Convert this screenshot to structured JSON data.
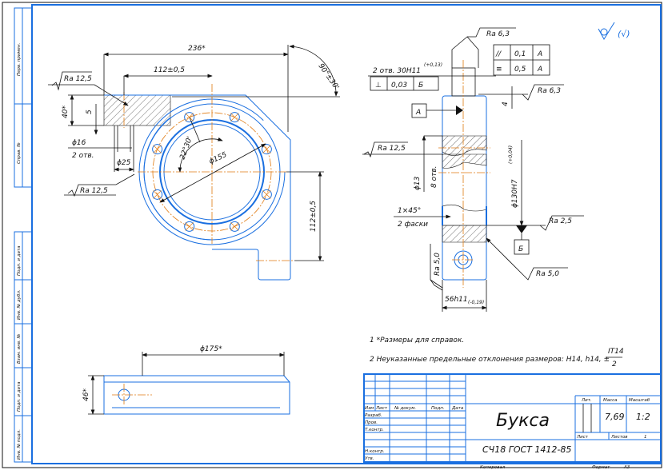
{
  "side_stamp": [
    "Перв. примен.",
    "Справ. №",
    "Подп. и дата",
    "Инв. № дубл.",
    "Взам. инв. №",
    "Подп. и дата",
    "Инв. № подл."
  ],
  "roughness_general": "(√)",
  "main_view": {
    "dim_236": "236*",
    "dim_112_top": "112±0,5",
    "angle_90": "90°±30'",
    "ra_top": "Ra 12,5",
    "dim_40": "40*",
    "dim_5": "5",
    "d16": "ϕ16",
    "holes_2": "2 отв.",
    "d25": "ϕ25",
    "ra_bottom": "Ra 12,5",
    "angle_22": "22°30'",
    "d155": "ϕ155",
    "dim_112_right": "112±0,5"
  },
  "side_view": {
    "ra_63_top": "Ra 6,3",
    "hole_spec": "2 отв. 30H11",
    "hole_tol": "(+0,13)",
    "perp_tol": {
      "symbol": "⊥",
      "value": "0,03",
      "base": "Б"
    },
    "parallel_tol": {
      "symbol": "//",
      "value": "0,1",
      "base": "A"
    },
    "sym_tol": {
      "symbol": "≡",
      "value": "0,5",
      "base": "A"
    },
    "ra_63_right": "Ra 6,3",
    "dim_4": "4",
    "datum_a": "A",
    "ra_125": "Ra 12,5",
    "d13": "ϕ13",
    "holes_8": "8 отв.",
    "d130": "ϕ130H7",
    "d130_tol": "(+0,04)",
    "chamfer": "1×45°",
    "chamfers_2": "2 фаски",
    "ra_25": "Ra 2,5",
    "datum_b": "Б",
    "ra_50_left": "Ra 5,0",
    "ra_50_right": "Ra 5,0",
    "dim_56": "56h11",
    "dim_56_tol": "(-0,19)"
  },
  "bottom_view": {
    "d175": "ϕ175*",
    "dim_46": "46*"
  },
  "notes": [
    "1  *Размеры для справок.",
    "2  Неуказанные предельные отклонения размеров: H14, h14, ±",
    "IT14",
    "2"
  ],
  "title_block": {
    "headers": [
      "Изм",
      "Лист",
      "№ докум.",
      "Подп.",
      "Дата"
    ],
    "roles": [
      "Разраб.",
      "Пров.",
      "Т.контр.",
      "Н.контр.",
      "Утв."
    ],
    "part_name": "Букса",
    "material": "СЧ18  ГОСТ 1412-85",
    "lit_label": "Лит.",
    "mass_label": "Масса",
    "scale_label": "Масштаб",
    "mass": "7,69",
    "scale": "1:2",
    "sheet_label": "Лист",
    "sheets_label": "Листов",
    "sheets": "1",
    "copied_label": "Копировал",
    "format_label": "Формат",
    "format": "A3"
  }
}
